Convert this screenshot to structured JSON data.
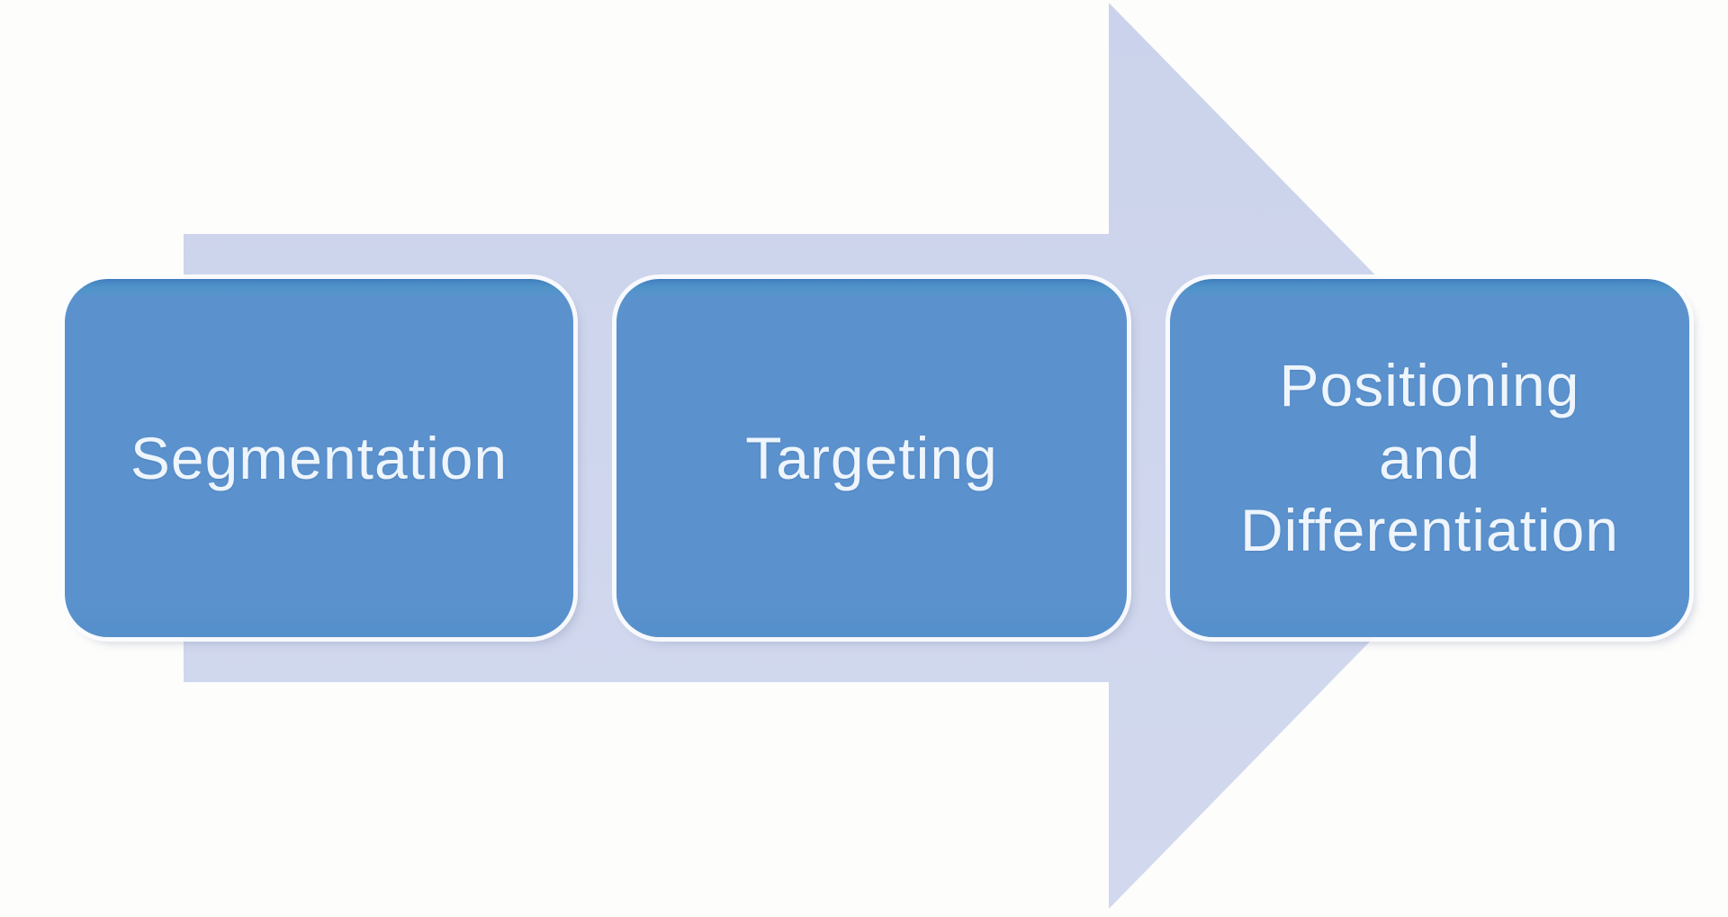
{
  "diagram": {
    "type": "process-arrow",
    "direction": "right",
    "steps": [
      {
        "label": "Segmentation"
      },
      {
        "label": "Targeting"
      },
      {
        "label": "Positioning and Differentiation",
        "lines": [
          "Positioning",
          "and",
          "Differentiation"
        ]
      }
    ],
    "colors": {
      "box_fill": "#5b92ce",
      "box_text": "#eef5fc",
      "arrow_fill": "#ccd4ec",
      "background": "#fdfdfc"
    }
  }
}
